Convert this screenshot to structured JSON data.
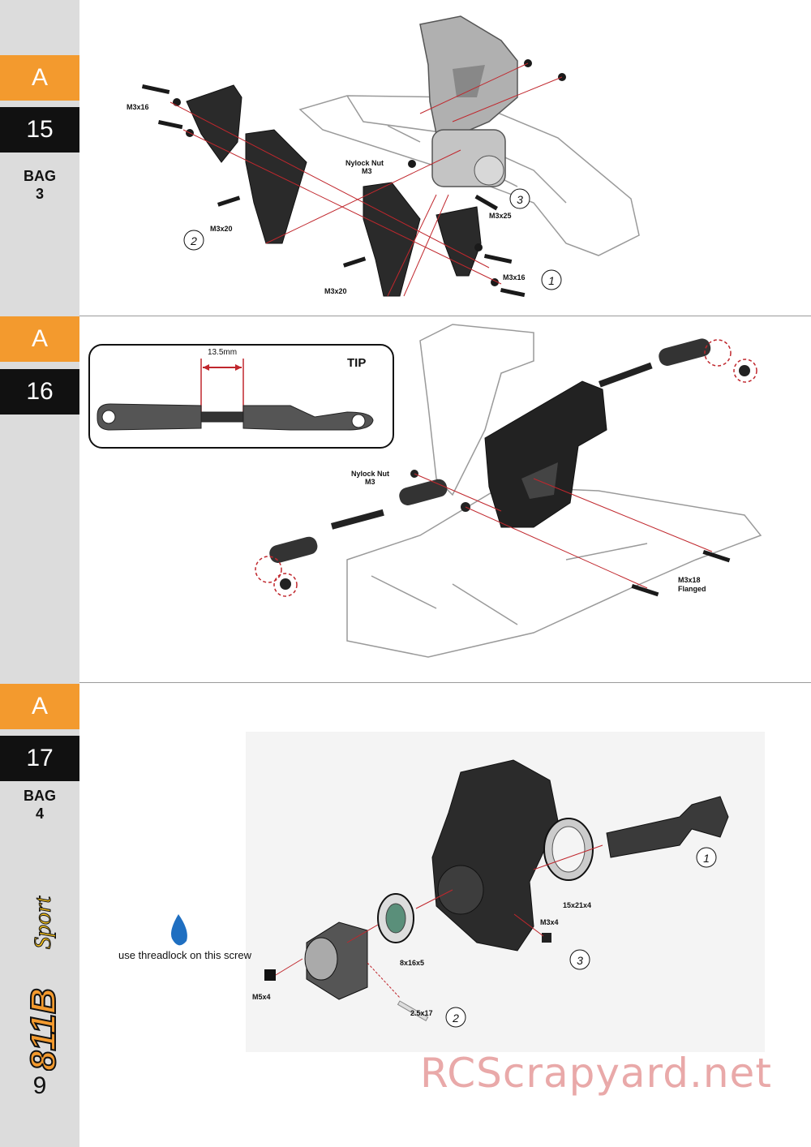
{
  "sidebar": {
    "steps": [
      {
        "letter": "A",
        "number": "15",
        "bag": [
          "BAG",
          "3"
        ]
      },
      {
        "letter": "A",
        "number": "16"
      },
      {
        "letter": "A",
        "number": "17",
        "bag": [
          "BAG",
          "4"
        ]
      }
    ],
    "page_number": "9"
  },
  "step15": {
    "labels": {
      "m3x16_a": "M3x16",
      "m3x16_b": "M3x16",
      "m3x20_a": "M3x20",
      "m3x20_b": "M3x20",
      "m3x25": "M3x25",
      "nylock": "Nylock Nut",
      "nylock_size": "M3"
    },
    "callouts": [
      "1",
      "2",
      "3"
    ]
  },
  "step16": {
    "tip": {
      "title": "TIP",
      "measurement": "13.5mm"
    },
    "labels": {
      "nylock": "Nylock Nut",
      "nylock_size": "M3",
      "m3x18": "M3x18",
      "flanged": "Flanged"
    }
  },
  "step17": {
    "labels": {
      "threadlock_note": "use threadlock on this screw",
      "m5x4": "M5x4",
      "bearing_8x16x5": "8x16x5",
      "pin": "2.5x17",
      "m3x4": "M3x4",
      "bearing_15x21x4": "15x21x4"
    },
    "callouts": [
      "1",
      "2",
      "3"
    ]
  },
  "watermark": "RCScrapyard.net",
  "colors": {
    "orange": "#f39a2e",
    "black": "#111111",
    "sidebar": "#dcdcdc",
    "accent_red": "#c0272d",
    "threadlock_blue": "#1f6fc1"
  }
}
